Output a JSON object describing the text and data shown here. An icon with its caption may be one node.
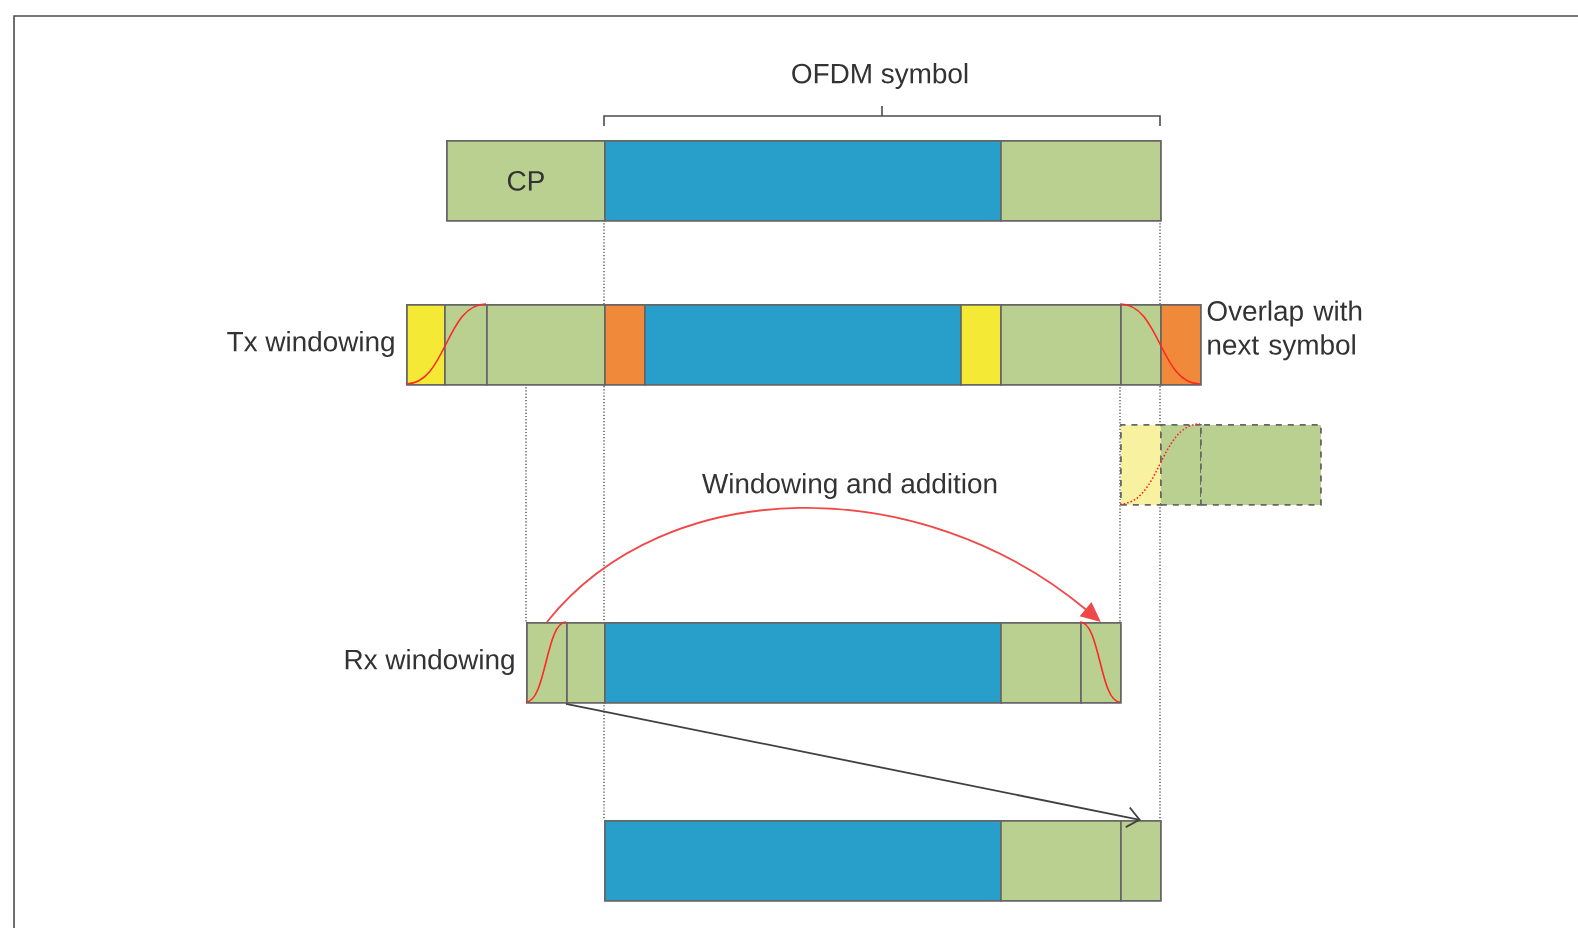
{
  "diagram": {
    "nodes": [
      {
        "text": [
          "CP"
        ]
      },
      {
        "text": [],
        "shape": "box"
      },
      {
        "text": [],
        "shape": "box"
      },
      {
        "text": [],
        "shape": "box"
      },
      {
        "text": [],
        "shape": "box"
      },
      {
        "text": [],
        "shape": "box"
      },
      {
        "text": [],
        "shape": "box"
      },
      {
        "text": [],
        "shape": "box"
      },
      {
        "text": [],
        "shape": "box"
      },
      {
        "text": [],
        "shape": "box"
      },
      {
        "text": [],
        "shape": "box"
      },
      {
        "text": [],
        "shape": "box"
      },
      {
        "text": [],
        "shape": "box"
      },
      {
        "text": [],
        "shape": "box"
      },
      {
        "text": [],
        "shape": "box"
      },
      {
        "text": [],
        "shape": "box"
      },
      {
        "text": [],
        "shape": "box"
      },
      {
        "text": [],
        "shape": "box"
      },
      {
        "text": [],
        "shape": "box"
      },
      {
        "text": [],
        "shape": "box"
      },
      {
        "text": [],
        "shape": "box"
      },
      {
        "text": [],
        "shape": "box"
      },
      {
        "text": [],
        "shape": "box"
      }
    ],
    "edges": [
      {
        "from": 15,
        "to": 19,
        "arrow": "to",
        "label": "Windowing and addition",
        "color": "#f04848"
      },
      {
        "from": 16,
        "to": 22,
        "arrow": "to",
        "color": "#404040"
      }
    ],
    "labels": [
      "OFDM symbol",
      "Tx windowing",
      "Overlap with next symbol",
      "Rx windowing"
    ]
  }
}
